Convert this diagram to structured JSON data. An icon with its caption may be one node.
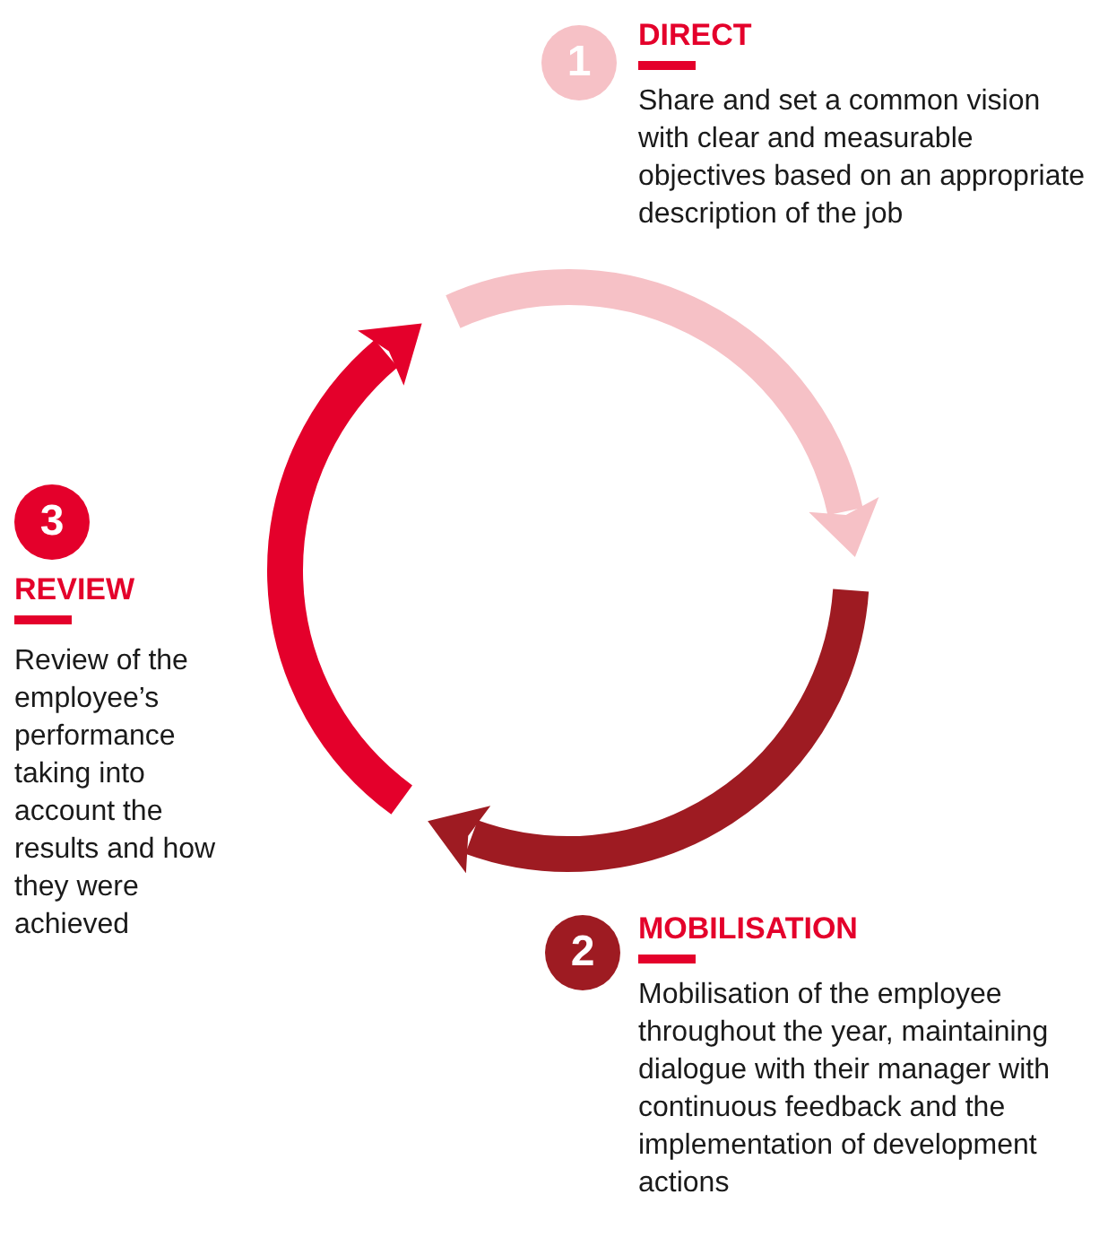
{
  "diagram": {
    "nodes": [
      {
        "text": [
          "1",
          "DIRECT",
          "Share and set a common vision with clear and measurable objectives based on an appropriate description of the job"
        ]
      },
      {
        "text": [
          "2",
          "MOBILISATION",
          "Mobilisation of the employee throughout the year, maintaining dialogue with their manager with continuous feedback and the implementation of development actions"
        ]
      },
      {
        "text": [
          "3",
          "REVIEW",
          "Review of the employee’s performance taking into account the results and how they were achieved"
        ]
      }
    ]
  }
}
